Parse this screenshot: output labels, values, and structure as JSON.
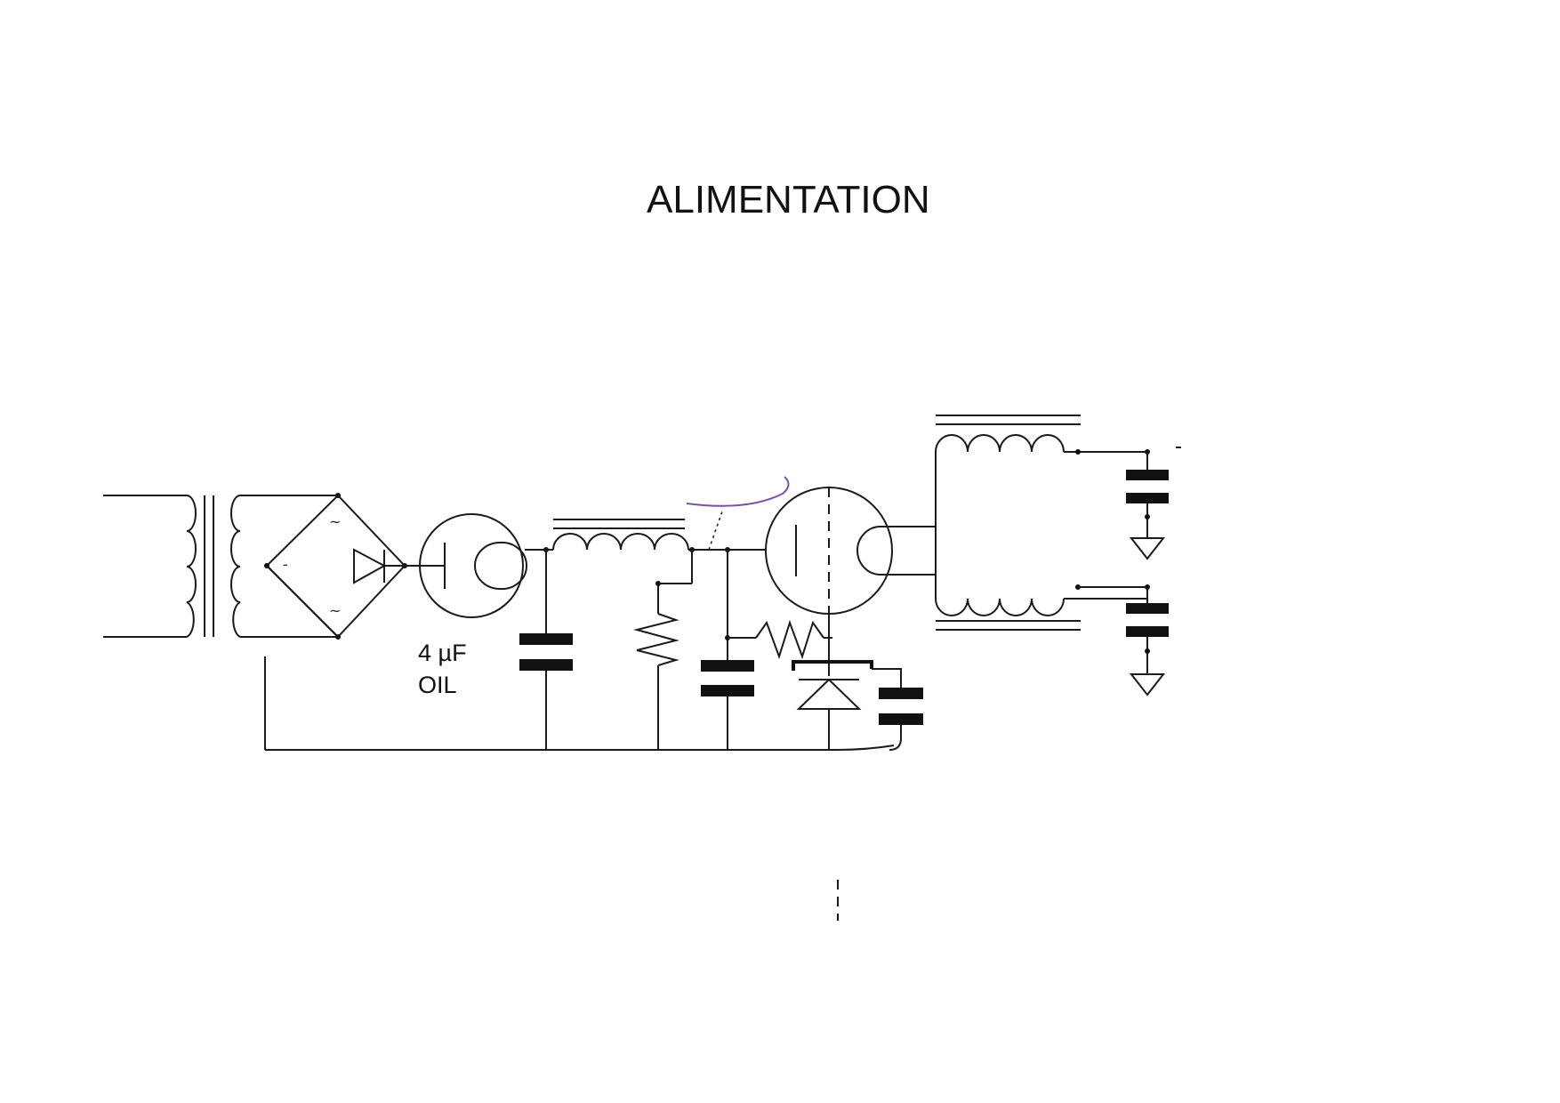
{
  "diagram": {
    "title": "ALIMENTATION",
    "labels": {
      "capacitor_value": "4 µF",
      "capacitor_type": "OIL"
    },
    "bridge_symbols": {
      "ac_top": "~",
      "ac_bottom": "~",
      "minus": "-"
    },
    "colors": {
      "ink": "#1a1a1a",
      "annotation": "#7a4fa8",
      "background": "#ffffff"
    }
  }
}
